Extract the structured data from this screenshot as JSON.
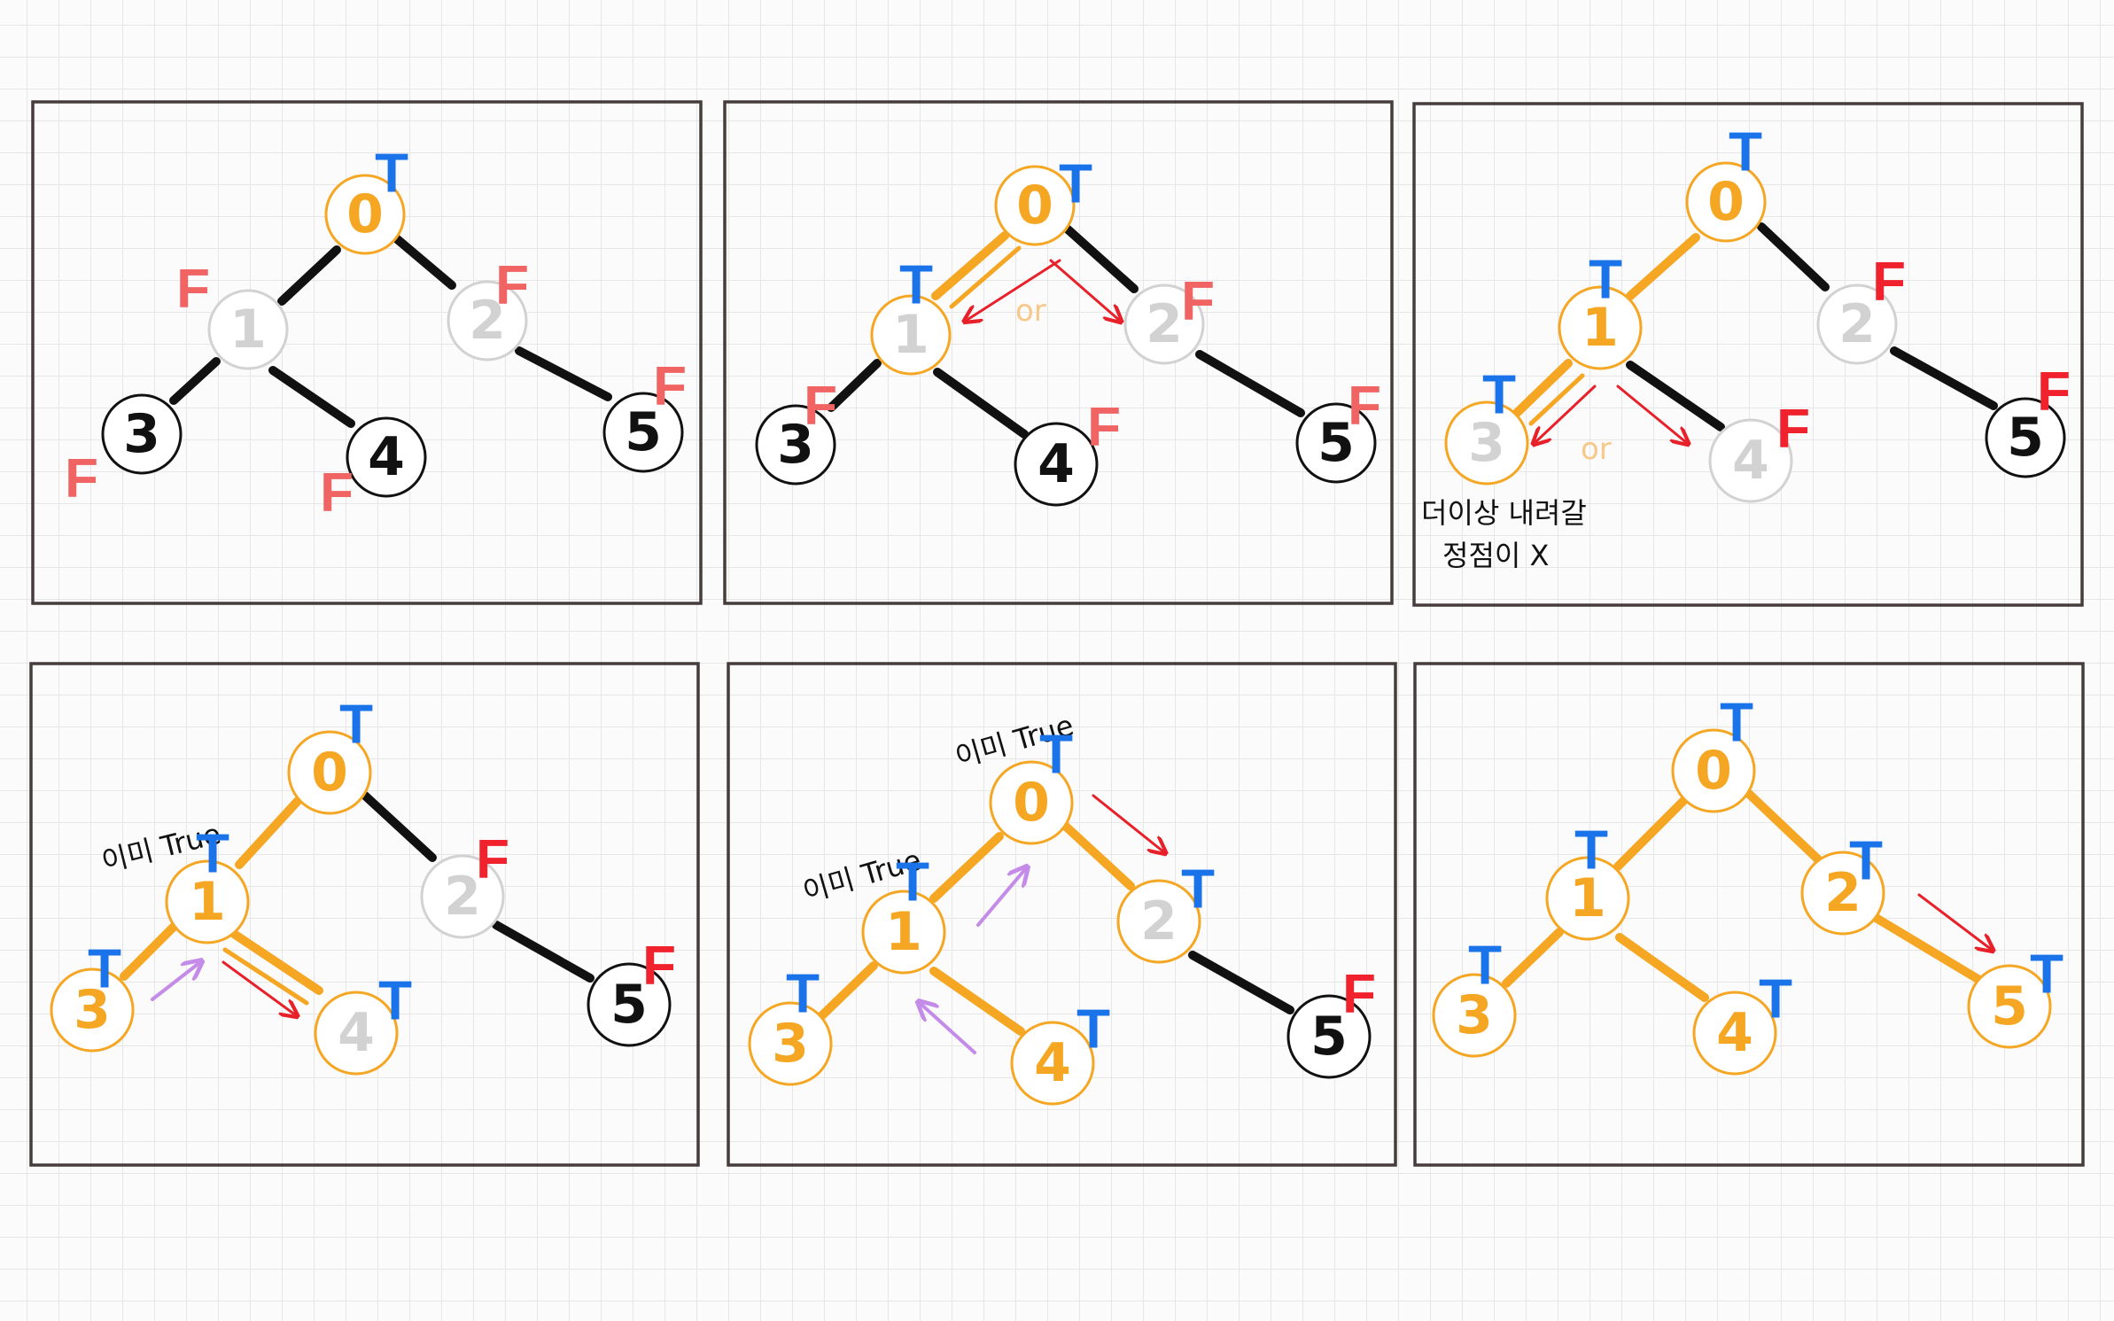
{
  "palette": {
    "visited": "#f5a623",
    "unvisited_gray": "#d2d2d2",
    "default_black": "#111111",
    "true_flag": "#1a73e8",
    "false_flag_light": "#f06464",
    "false_flag_strong": "#f0222e",
    "or_text": "#f8c88a",
    "arrow_red": "#e8202a",
    "arrow_purple": "#c48be8"
  },
  "panels": [
    {
      "id": "p1",
      "nodes": [
        {
          "label": "0",
          "state": "visited",
          "flag": "T"
        },
        {
          "label": "1",
          "state": "gray",
          "flag": "F"
        },
        {
          "label": "2",
          "state": "gray",
          "flag": "F"
        },
        {
          "label": "3",
          "state": "black",
          "flag": "F"
        },
        {
          "label": "4",
          "state": "black",
          "flag": "F"
        },
        {
          "label": "5",
          "state": "black",
          "flag": "F"
        }
      ],
      "notes": []
    },
    {
      "id": "p2",
      "nodes": [
        {
          "label": "0",
          "state": "visited",
          "flag": "T"
        },
        {
          "label": "1",
          "state": "visited",
          "flag": "T"
        },
        {
          "label": "2",
          "state": "gray",
          "flag": "F"
        },
        {
          "label": "3",
          "state": "black",
          "flag": "F"
        },
        {
          "label": "4",
          "state": "black",
          "flag": "F"
        },
        {
          "label": "5",
          "state": "black",
          "flag": "F"
        }
      ],
      "notes": [
        {
          "text": "or",
          "style": "or"
        }
      ]
    },
    {
      "id": "p3",
      "nodes": [
        {
          "label": "0",
          "state": "visited",
          "flag": "T"
        },
        {
          "label": "1",
          "state": "visited",
          "flag": "T"
        },
        {
          "label": "2",
          "state": "gray",
          "flag": "F"
        },
        {
          "label": "3",
          "state": "visited",
          "flag": "T"
        },
        {
          "label": "4",
          "state": "gray",
          "flag": "F"
        },
        {
          "label": "5",
          "state": "black",
          "flag": "F"
        }
      ],
      "notes": [
        {
          "text": "or",
          "style": "or"
        },
        {
          "text": "더이상 내려갈",
          "style": "note"
        },
        {
          "text": "정점이 X",
          "style": "note"
        }
      ]
    },
    {
      "id": "p4",
      "nodes": [
        {
          "label": "0",
          "state": "visited",
          "flag": "T"
        },
        {
          "label": "1",
          "state": "visited",
          "flag": "T"
        },
        {
          "label": "2",
          "state": "gray",
          "flag": "F"
        },
        {
          "label": "3",
          "state": "visited",
          "flag": "T"
        },
        {
          "label": "4",
          "state": "visited",
          "flag": "T"
        },
        {
          "label": "5",
          "state": "black",
          "flag": "F"
        }
      ],
      "notes": [
        {
          "text": "이미 True",
          "style": "note"
        }
      ]
    },
    {
      "id": "p5",
      "nodes": [
        {
          "label": "0",
          "state": "visited",
          "flag": "T"
        },
        {
          "label": "1",
          "state": "visited",
          "flag": "T"
        },
        {
          "label": "2",
          "state": "visited",
          "flag": "T"
        },
        {
          "label": "3",
          "state": "visited",
          "flag": "T"
        },
        {
          "label": "4",
          "state": "visited",
          "flag": "T"
        },
        {
          "label": "5",
          "state": "black",
          "flag": "F"
        }
      ],
      "notes": [
        {
          "text": "이미 True",
          "style": "note"
        },
        {
          "text": "이미 True",
          "style": "note"
        }
      ]
    },
    {
      "id": "p6",
      "nodes": [
        {
          "label": "0",
          "state": "visited",
          "flag": "T"
        },
        {
          "label": "1",
          "state": "visited",
          "flag": "T"
        },
        {
          "label": "2",
          "state": "visited",
          "flag": "T"
        },
        {
          "label": "3",
          "state": "visited",
          "flag": "T"
        },
        {
          "label": "4",
          "state": "visited",
          "flag": "T"
        },
        {
          "label": "5",
          "state": "visited",
          "flag": "T"
        }
      ],
      "notes": []
    }
  ]
}
